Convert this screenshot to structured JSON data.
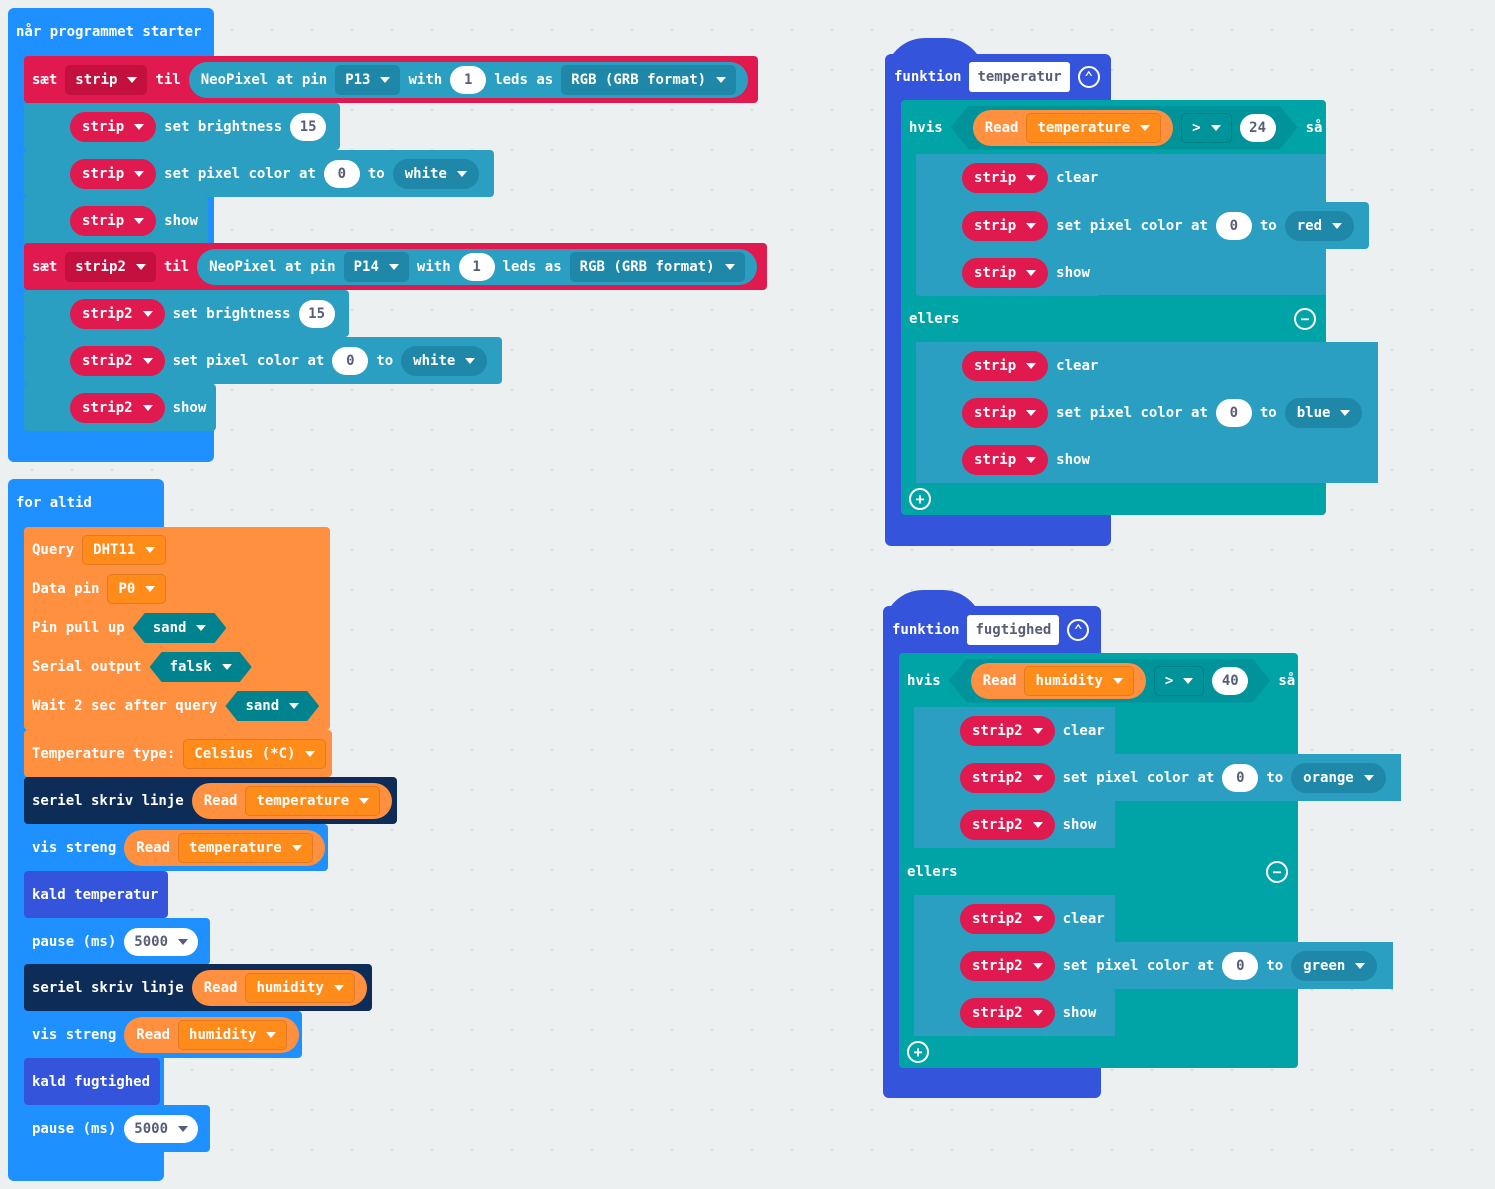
{
  "start": {
    "hat": "når programmet starter",
    "set_kw": "sæt",
    "til_kw": "til",
    "strip_var": "strip",
    "strip2_var": "strip2",
    "neopixel_label": "NeoPixel at pin",
    "pin1": "P13",
    "pin2": "P14",
    "with_kw": "with",
    "leds_count": "1",
    "leds_as": "leds as",
    "rgb_format": "RGB (GRB format)",
    "set_brightness": "set brightness",
    "brightness": "15",
    "set_pixel_color": "set pixel color at",
    "pixel_index": "0",
    "to_kw": "to",
    "color_white": "white",
    "show_kw": "show"
  },
  "forever": {
    "hat": "for altid",
    "query": "Query",
    "sensor": "DHT11",
    "data_pin": "Data pin",
    "data_pin_val": "P0",
    "pin_pull_up": "Pin pull up",
    "pull_up_val": "sand",
    "serial_output": "Serial output",
    "serial_output_val": "falsk",
    "wait_query": "Wait 2 sec after query",
    "wait_val": "sand",
    "temp_type": "Temperature type:",
    "temp_type_val": "Celsius (*C)",
    "serial_write_line": "seriel skriv linje",
    "read": "Read",
    "temperature": "temperature",
    "humidity": "humidity",
    "show_string": "vis streng",
    "call_temp": "kald temperatur",
    "call_hum": "kald fugtighed",
    "pause": "pause (ms)",
    "pause_val": "5000"
  },
  "func_temp": {
    "kw": "funktion",
    "name": "temperatur",
    "if_kw": "hvis",
    "then_kw": "så",
    "else_kw": "ellers",
    "read": "Read",
    "prop": "temperature",
    "op": ">",
    "threshold": "24",
    "var": "strip",
    "clear_kw": "clear",
    "set_pixel_color": "set pixel color at",
    "pixel_index": "0",
    "to_kw": "to",
    "color_true": "red",
    "color_false": "blue",
    "show_kw": "show"
  },
  "func_hum": {
    "kw": "funktion",
    "name": "fugtighed",
    "if_kw": "hvis",
    "then_kw": "så",
    "else_kw": "ellers",
    "read": "Read",
    "prop": "humidity",
    "op": ">",
    "threshold": "40",
    "var": "strip2",
    "clear_kw": "clear",
    "set_pixel_color": "set pixel color at",
    "pixel_index": "0",
    "to_kw": "to",
    "color_true": "orange",
    "color_false": "green",
    "show_kw": "show"
  }
}
